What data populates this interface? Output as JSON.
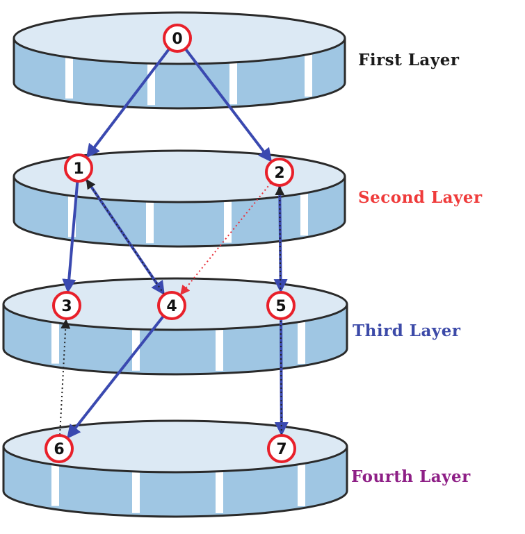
{
  "colors": {
    "disk_top": "#dce9f4",
    "disk_side": "#9fc6e3",
    "disk_stripe": "#ffffff",
    "disk_outline": "#2a2a2a",
    "node_stroke": "#e8202a",
    "node_fill": "#ffffff",
    "solid_edge": "#3a49b0",
    "dotted_edge": "#222222",
    "red_dotted_edge": "#e8303a"
  },
  "layers": [
    {
      "id": "L1",
      "label": "First Layer",
      "label_color": "#1a1a1a"
    },
    {
      "id": "L2",
      "label": "Second Layer",
      "label_color": "#ef3b3b"
    },
    {
      "id": "L3",
      "label": "Third Layer",
      "label_color": "#3c4aa8"
    },
    {
      "id": "L4",
      "label": "Fourth Layer",
      "label_color": "#8e1f86"
    }
  ],
  "nodes": [
    {
      "id": "0",
      "label": "0",
      "layer": "L1"
    },
    {
      "id": "1",
      "label": "1",
      "layer": "L2"
    },
    {
      "id": "2",
      "label": "2",
      "layer": "L2"
    },
    {
      "id": "3",
      "label": "3",
      "layer": "L3"
    },
    {
      "id": "4",
      "label": "4",
      "layer": "L3"
    },
    {
      "id": "5",
      "label": "5",
      "layer": "L3"
    },
    {
      "id": "6",
      "label": "6",
      "layer": "L4"
    },
    {
      "id": "7",
      "label": "7",
      "layer": "L4"
    }
  ],
  "edges": [
    {
      "from": "0",
      "to": "1",
      "style": "solid"
    },
    {
      "from": "0",
      "to": "2",
      "style": "solid"
    },
    {
      "from": "1",
      "to": "3",
      "style": "solid"
    },
    {
      "from": "1",
      "to": "4",
      "style": "solid"
    },
    {
      "from": "2",
      "to": "5",
      "style": "solid"
    },
    {
      "from": "4",
      "to": "6",
      "style": "solid"
    },
    {
      "from": "5",
      "to": "7",
      "style": "solid"
    },
    {
      "from": "2",
      "to": "4",
      "style": "red-dotted"
    },
    {
      "from": "4",
      "to": "1",
      "style": "dotted"
    },
    {
      "from": "6",
      "to": "3",
      "style": "dotted"
    },
    {
      "from": "7",
      "to": "2",
      "style": "dotted"
    }
  ]
}
